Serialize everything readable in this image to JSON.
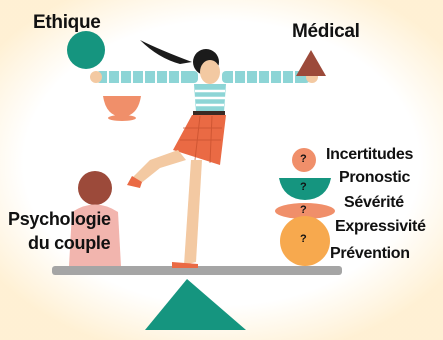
{
  "labels": {
    "ethique": "Ethique",
    "medical": "Médical",
    "psychologie_line1": "Psychologie",
    "psychologie_line2": "du couple",
    "incertitudes": "Incertitudes",
    "pronostic": "Pronostic",
    "severite": "Sévérité",
    "expressivite": "Expressivité",
    "prevention": "Prévention"
  },
  "question_mark": "?",
  "colors": {
    "teal": "#15957f",
    "terracotta": "#9c4a3a",
    "salmon": "#f08f6a",
    "pink": "#f2b5ae",
    "orange": "#f7a94e",
    "skirt": "#ea6a44",
    "beam": "#a5a5a5",
    "glow": "#ffeecd"
  }
}
